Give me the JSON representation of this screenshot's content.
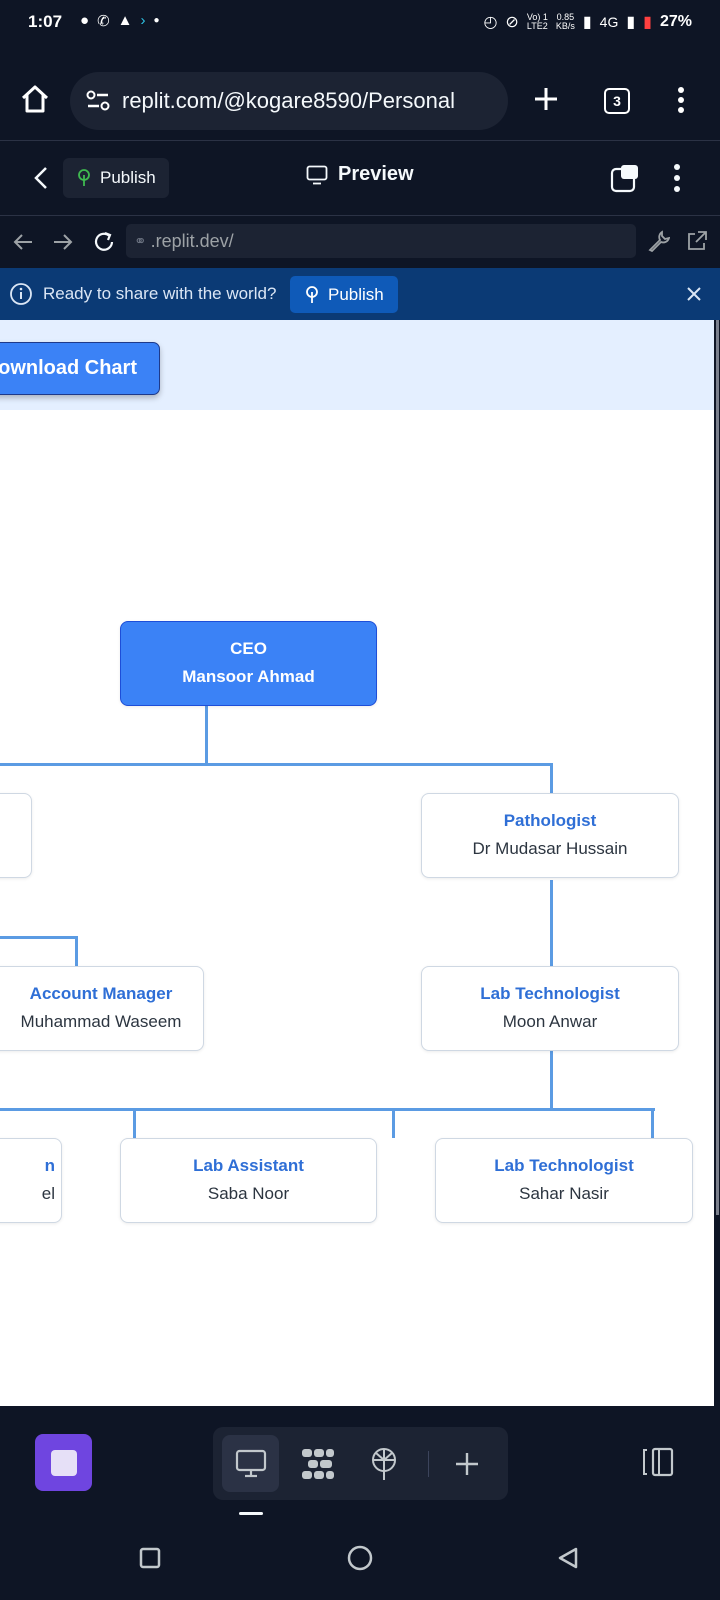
{
  "status_bar": {
    "time": "1:07",
    "network": "4G",
    "net_speed_top": "0.85",
    "net_speed_bottom": "KB/s",
    "volte_top": "Vo) 1",
    "volte_bottom": "LTE2",
    "battery": "27%"
  },
  "browser": {
    "url": "replit.com/@kogare8590/Personal",
    "tab_count": "3"
  },
  "replit_header": {
    "publish_label": "Publish",
    "preview_label": "Preview"
  },
  "address_bar": {
    "url": ".replit.dev/"
  },
  "banner": {
    "message": "Ready to share with the world?",
    "publish_label": "Publish"
  },
  "page": {
    "download_button": "ownload Chart",
    "nodes": [
      {
        "role": "CEO",
        "person": "Mansoor Ahmad"
      },
      {
        "role": "Pathologist",
        "person": "Dr Mudasar Hussain"
      },
      {
        "role": "Account Manager",
        "person": "Muhammad Waseem"
      },
      {
        "role": "Lab Technologist",
        "person": "Moon Anwar"
      },
      {
        "role": "n",
        "person": "el"
      },
      {
        "role": "Lab Assistant",
        "person": "Saba Noor"
      },
      {
        "role": "Lab Technologist",
        "person": "Sahar Nasir"
      }
    ]
  },
  "colors": {
    "accent": "#3b82f6",
    "link_text": "#2f6fd6",
    "connector": "#5b9be3",
    "banner_bg": "#0b3a75",
    "replit_bg": "#0e1525"
  }
}
